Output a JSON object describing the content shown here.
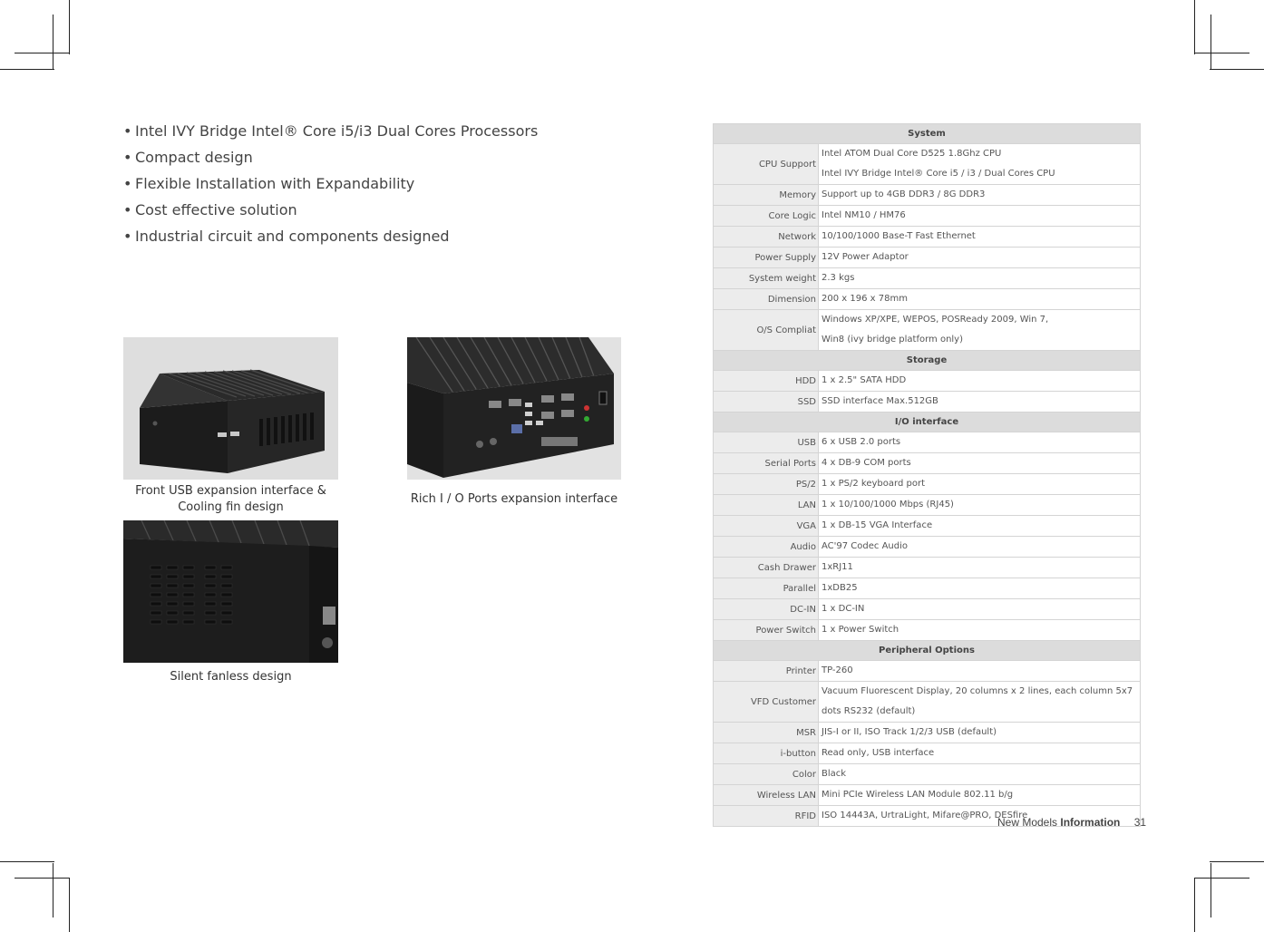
{
  "features": [
    "Intel IVY Bridge Intel® Core i5/i3 Dual Cores Processors",
    "Compact design",
    "Flexible Installation with Expandability",
    "Cost effective solution",
    "Industrial circuit and components designed"
  ],
  "photos": {
    "front_caption_line1": "Front USB expansion interface &",
    "front_caption_line2": "Cooling fin design",
    "rear_caption": "Rich I / O Ports expansion interface",
    "side_caption": "Silent fanless design"
  },
  "spec": {
    "system": {
      "title": "System",
      "rows": [
        {
          "label": "CPU Support",
          "lines": [
            "Intel ATOM Dual Core D525 1.8Ghz CPU",
            "Intel IVY Bridge Intel® Core i5 / i3 / Dual Cores CPU"
          ]
        },
        {
          "label": "Memory",
          "lines": [
            "Support up to 4GB DDR3 / 8G DDR3"
          ]
        },
        {
          "label": "Core Logic",
          "lines": [
            "Intel NM10 /  HM76"
          ]
        },
        {
          "label": "Network",
          "lines": [
            "10/100/1000 Base-T Fast Ethernet"
          ]
        },
        {
          "label": "Power Supply",
          "lines": [
            "12V Power Adaptor"
          ]
        },
        {
          "label": "System weight",
          "lines": [
            "2.3 kgs"
          ]
        },
        {
          "label": "Dimension",
          "lines": [
            "200 x 196 x 78mm"
          ]
        },
        {
          "label": "O/S Compliat",
          "lines": [
            "Windows XP/XPE, WEPOS, POSReady 2009, Win 7,",
            "Win8 (ivy bridge platform only)"
          ]
        }
      ]
    },
    "storage": {
      "title": "Storage",
      "rows": [
        {
          "label": "HDD",
          "lines": [
            "1 x 2.5\" SATA HDD"
          ]
        },
        {
          "label": "SSD",
          "lines": [
            "SSD interface Max.512GB"
          ]
        }
      ]
    },
    "io": {
      "title": "I/O interface",
      "rows": [
        {
          "label": "USB",
          "lines": [
            "6 x USB 2.0 ports"
          ]
        },
        {
          "label": "Serial Ports",
          "lines": [
            "4 x DB-9 COM ports"
          ]
        },
        {
          "label": "PS/2",
          "lines": [
            "1 x PS/2 keyboard port"
          ]
        },
        {
          "label": "LAN",
          "lines": [
            "1 x 10/100/1000 Mbps (RJ45)"
          ]
        },
        {
          "label": "VGA",
          "lines": [
            "1 x DB-15 VGA Interface"
          ]
        },
        {
          "label": "Audio",
          "lines": [
            "AC'97 Codec Audio"
          ]
        },
        {
          "label": "Cash Drawer",
          "lines": [
            "1xRJ11"
          ]
        },
        {
          "label": "Parallel",
          "lines": [
            "1xDB25"
          ]
        },
        {
          "label": "DC-IN",
          "lines": [
            "1 x DC-IN"
          ]
        },
        {
          "label": "Power Switch",
          "lines": [
            "1 x Power Switch"
          ]
        }
      ]
    },
    "peripheral": {
      "title": "Peripheral Options",
      "rows": [
        {
          "label": "Printer",
          "lines": [
            "TP-260"
          ]
        },
        {
          "label": "VFD Customer",
          "lines": [
            "Vacuum Fluorescent Display,  20 columns x 2 lines, each column 5x7",
            "dots RS232 (default)"
          ]
        },
        {
          "label": "MSR",
          "lines": [
            "JIS-I or II, ISO Track 1/2/3 USB (default)"
          ]
        },
        {
          "label": "i-button",
          "lines": [
            "Read only, USB interface"
          ]
        },
        {
          "label": "Color",
          "lines": [
            "Black"
          ]
        },
        {
          "label": "Wireless LAN",
          "lines": [
            "Mini PCIe Wireless LAN Module 802.11 b/g"
          ]
        },
        {
          "label": "RFID",
          "lines": [
            "ISO 14443A, UrtraLight, Mifare@PRO, DESfire"
          ]
        }
      ]
    }
  },
  "footer": {
    "prefix": "New Models",
    "bold": "Information",
    "page": "31"
  }
}
